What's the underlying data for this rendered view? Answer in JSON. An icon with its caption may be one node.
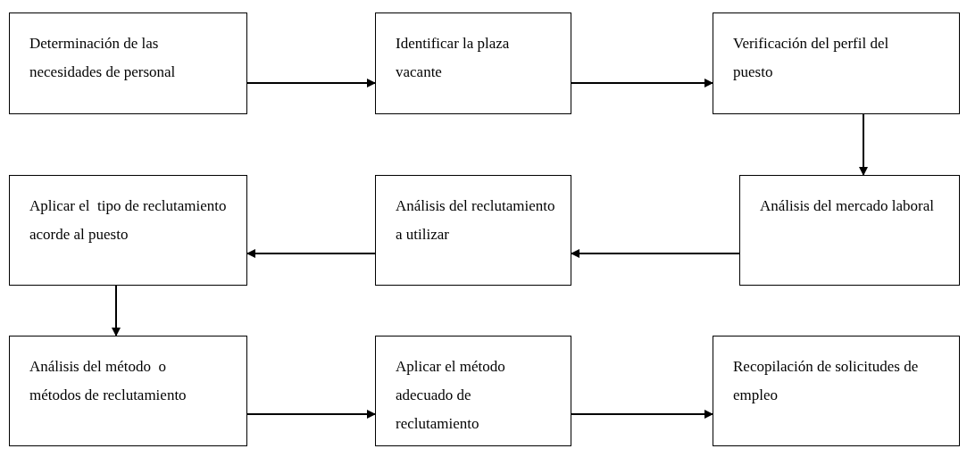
{
  "diagram": {
    "nodes": [
      {
        "text": [
          "Determinación de las necesidades de personal"
        ]
      },
      {
        "text": [
          "Identificar la plaza vacante"
        ]
      },
      {
        "text": [
          "Verificación del perfil del puesto"
        ]
      },
      {
        "text": [
          "Análisis del mercado laboral"
        ]
      },
      {
        "text": [
          "Análisis del reclutamiento a utilizar"
        ]
      },
      {
        "text": [
          "Aplicar el  tipo de reclutamiento acorde al puesto"
        ]
      },
      {
        "text": [
          "Análisis del método  o métodos de reclutamiento"
        ]
      },
      {
        "text": [
          "Aplicar el método adecuado de reclutamiento"
        ]
      },
      {
        "text": [
          "Recopilación de solicitudes de empleo"
        ]
      }
    ],
    "edges": [
      {
        "from": 0,
        "to": 1,
        "arrow": "to"
      },
      {
        "from": 1,
        "to": 2,
        "arrow": "to"
      },
      {
        "from": 2,
        "to": 3,
        "arrow": "to"
      },
      {
        "from": 3,
        "to": 4,
        "arrow": "to"
      },
      {
        "from": 4,
        "to": 5,
        "arrow": "to"
      },
      {
        "from": 5,
        "to": 6,
        "arrow": "to"
      },
      {
        "from": 6,
        "to": 7,
        "arrow": "to"
      },
      {
        "from": 7,
        "to": 8,
        "arrow": "to"
      }
    ]
  }
}
